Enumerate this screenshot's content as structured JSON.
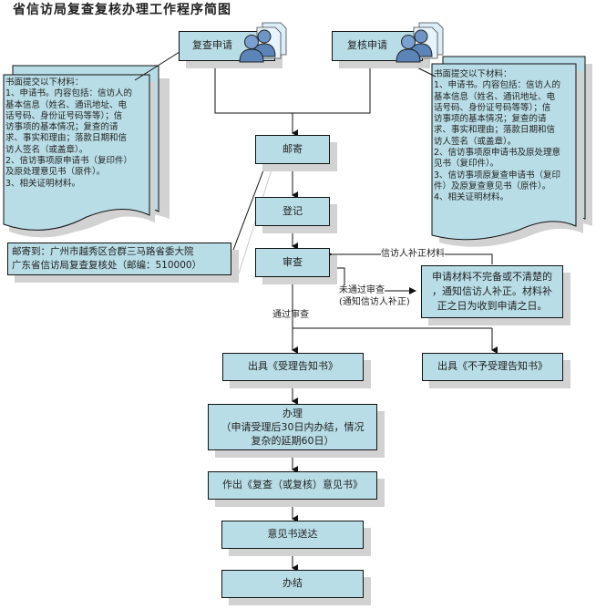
{
  "title": "省信访局复查复核办理工作程序简图",
  "colors": {
    "box_fill": "#b8dde6",
    "border": "#111111",
    "shadow": "#d2d2d2",
    "icon_blue": "#5b84b8"
  },
  "nodes": {
    "review_apply": "复查申请",
    "recheck_apply": "复核申请",
    "mail": "邮寄",
    "register": "登记",
    "examine": "审查",
    "issue_accept": "出具《受理告知书》",
    "issue_reject": "出具《不予受理告知书》",
    "handle_title": "办理",
    "handle_note_1": "（申请受理后30日内办结，情况",
    "handle_note_2": "复杂的延期60日）",
    "make_opinion": "作出《复查（或复核）意见书》",
    "deliver": "意见书送达",
    "close": "办结",
    "supplement_1": "申请材料不完备或不清楚的",
    "supplement_2": "，通知信访人补正。材料补",
    "supplement_3": "正之日为收到申请之日。",
    "address_1": "邮寄到：广州市越秀区合群三马路省委大院",
    "address_2": "广东省信访局复查复核处（邮编：510000）"
  },
  "left_doc": {
    "lines": [
      "书面提交以下材料：",
      "1、申请书。内容包括：信访人的",
      "基本信息（姓名、通讯地址、电",
      "话号码、身份证号码等等）；信",
      "访事项的基本情况；复查的请",
      "求、事实和理由；落款日期和信",
      "访人签名（或盖章）。",
      "2、信访事项原申请书（复印件）",
      "及原处理意见书（原件）。",
      "3、相关证明材料。"
    ]
  },
  "right_doc": {
    "lines": [
      "书面提交以下材料：",
      "1、申请书。内容包括：信访人的",
      "基本信息（姓名、通讯地址、电",
      "话号码、身份证号码等等）；信",
      "访事项的基本情况；复查的请",
      "求、事实和理由；落款日期和信",
      "访人签名（或盖章）。",
      "2、信访事项原申请书及原处理意",
      "见书（复印件）。",
      "3、信访事项原复查申请书（复印",
      "件）及原复查意见书（原件）。",
      "4、相关证明材料。"
    ]
  },
  "edge_labels": {
    "supplement_back": "信访人补正材料",
    "not_passed_1": "未通过审查",
    "not_passed_2": "(通知信访人补正)",
    "passed": "通过审查"
  },
  "icons": {
    "people_docs": "people-with-documents-icon"
  }
}
